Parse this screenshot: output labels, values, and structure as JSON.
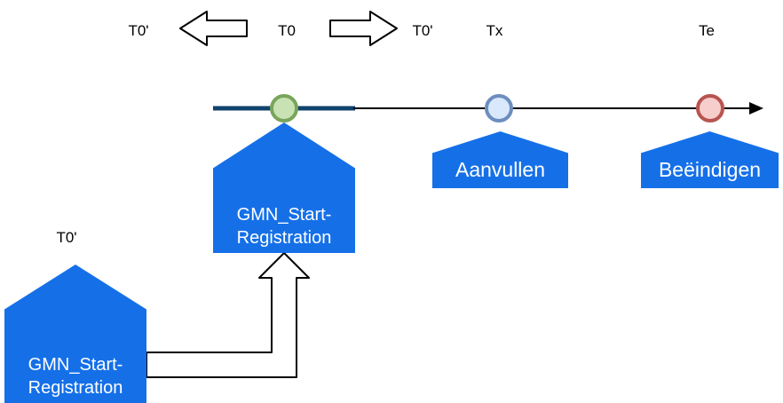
{
  "diagram": {
    "timeline_labels": {
      "t0_prime_left": "T0'",
      "t0": "T0",
      "t0_prime_right": "T0'",
      "tx": "Tx",
      "te": "Te"
    },
    "bottom_label": "T0'",
    "events": {
      "start_registration_top": {
        "line1": "GMN_Start-",
        "line2": "Registration"
      },
      "aanvullen": "Aanvullen",
      "beeindigen": "Beëindigen",
      "start_registration_bottom": {
        "line1": "GMN_Start-",
        "line2": "Registration"
      }
    }
  },
  "colors": {
    "shape_blue": "#1570e8",
    "timeline_blue": "#10436e",
    "green_fill": "#c9e2b3",
    "green_stroke": "#78a55b",
    "blue_fill": "#dae8fc",
    "blue_stroke": "#6c8ebf",
    "red_fill": "#f8cecc",
    "red_stroke": "#b85450"
  }
}
